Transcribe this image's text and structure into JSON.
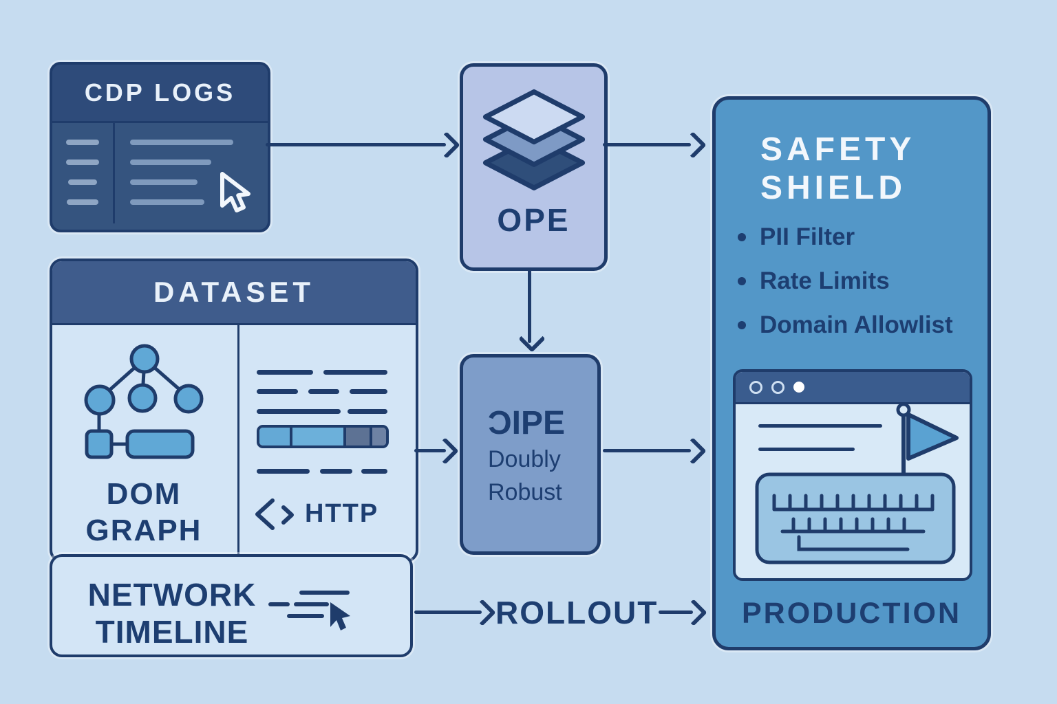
{
  "colors": {
    "background": "#c6dcf0",
    "outline_navy": "#1f3c6b",
    "text_navy": "#1d3e71",
    "accent_blue": "#60a8d6",
    "cdp_header": "#2e4b7a",
    "cdp_body": "#35547f",
    "ope_fill": "#b7c5e7",
    "dr_fill": "#7e9dc9",
    "shield_fill": "#5397c8",
    "dataset_header": "#3f5c8c",
    "dataset_body": "#d3e5f6",
    "browser_bar": "#3a5c8e",
    "browser_body": "#d8e9f7",
    "keyboard_fill": "#9ac5e3"
  },
  "icons": {
    "cdp": "cursor-icon",
    "ope": "layers-icon",
    "dom_graph": "tree-icon",
    "http": "code-brackets-icon",
    "network_timeline": "speed-cursor-icon",
    "browser": "flag-icon, keyboard-icon, window-dots"
  },
  "cdp_logs": {
    "title": "CDP LOGS"
  },
  "ope_box": {
    "label": "OPE"
  },
  "dr_box": {
    "title": "ƆIPE",
    "subtitle_line1": "Doubly",
    "subtitle_line2": "Robust"
  },
  "safety_shield": {
    "title_line1": "SAFETY",
    "title_line2": "SHIELD",
    "bullets": [
      "PII Filter",
      "Rate Limits",
      "Domain Allowlist"
    ],
    "production_label": "PRODUCTION"
  },
  "dataset": {
    "title": "DATASET",
    "dom_graph": {
      "label_line1": "DOM",
      "label_line2": "GRAPH"
    },
    "http": {
      "label": "HTTP"
    },
    "network_timeline": {
      "label_line1": "NETWORK",
      "label_line2": "TIMELINE"
    }
  },
  "rollout": {
    "label": "ROLLOUT"
  }
}
